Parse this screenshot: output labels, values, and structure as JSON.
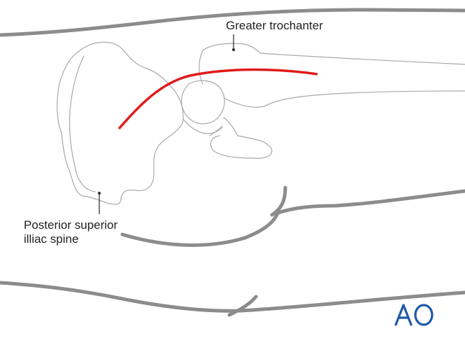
{
  "labels": {
    "greater_trochanter": "Greater trochanter",
    "psis_line1": "Posterior superior",
    "psis_line2": "illiac spine"
  },
  "logo": {
    "text": "AO",
    "color": "#1f5aa6"
  },
  "colors": {
    "incision": "#e01b1b",
    "skin_outline": "#8c8c8c",
    "bone_outline": "#a8a8a8",
    "label_text": "#222222"
  },
  "icons": {
    "logo": "ao-foundation-logo"
  }
}
